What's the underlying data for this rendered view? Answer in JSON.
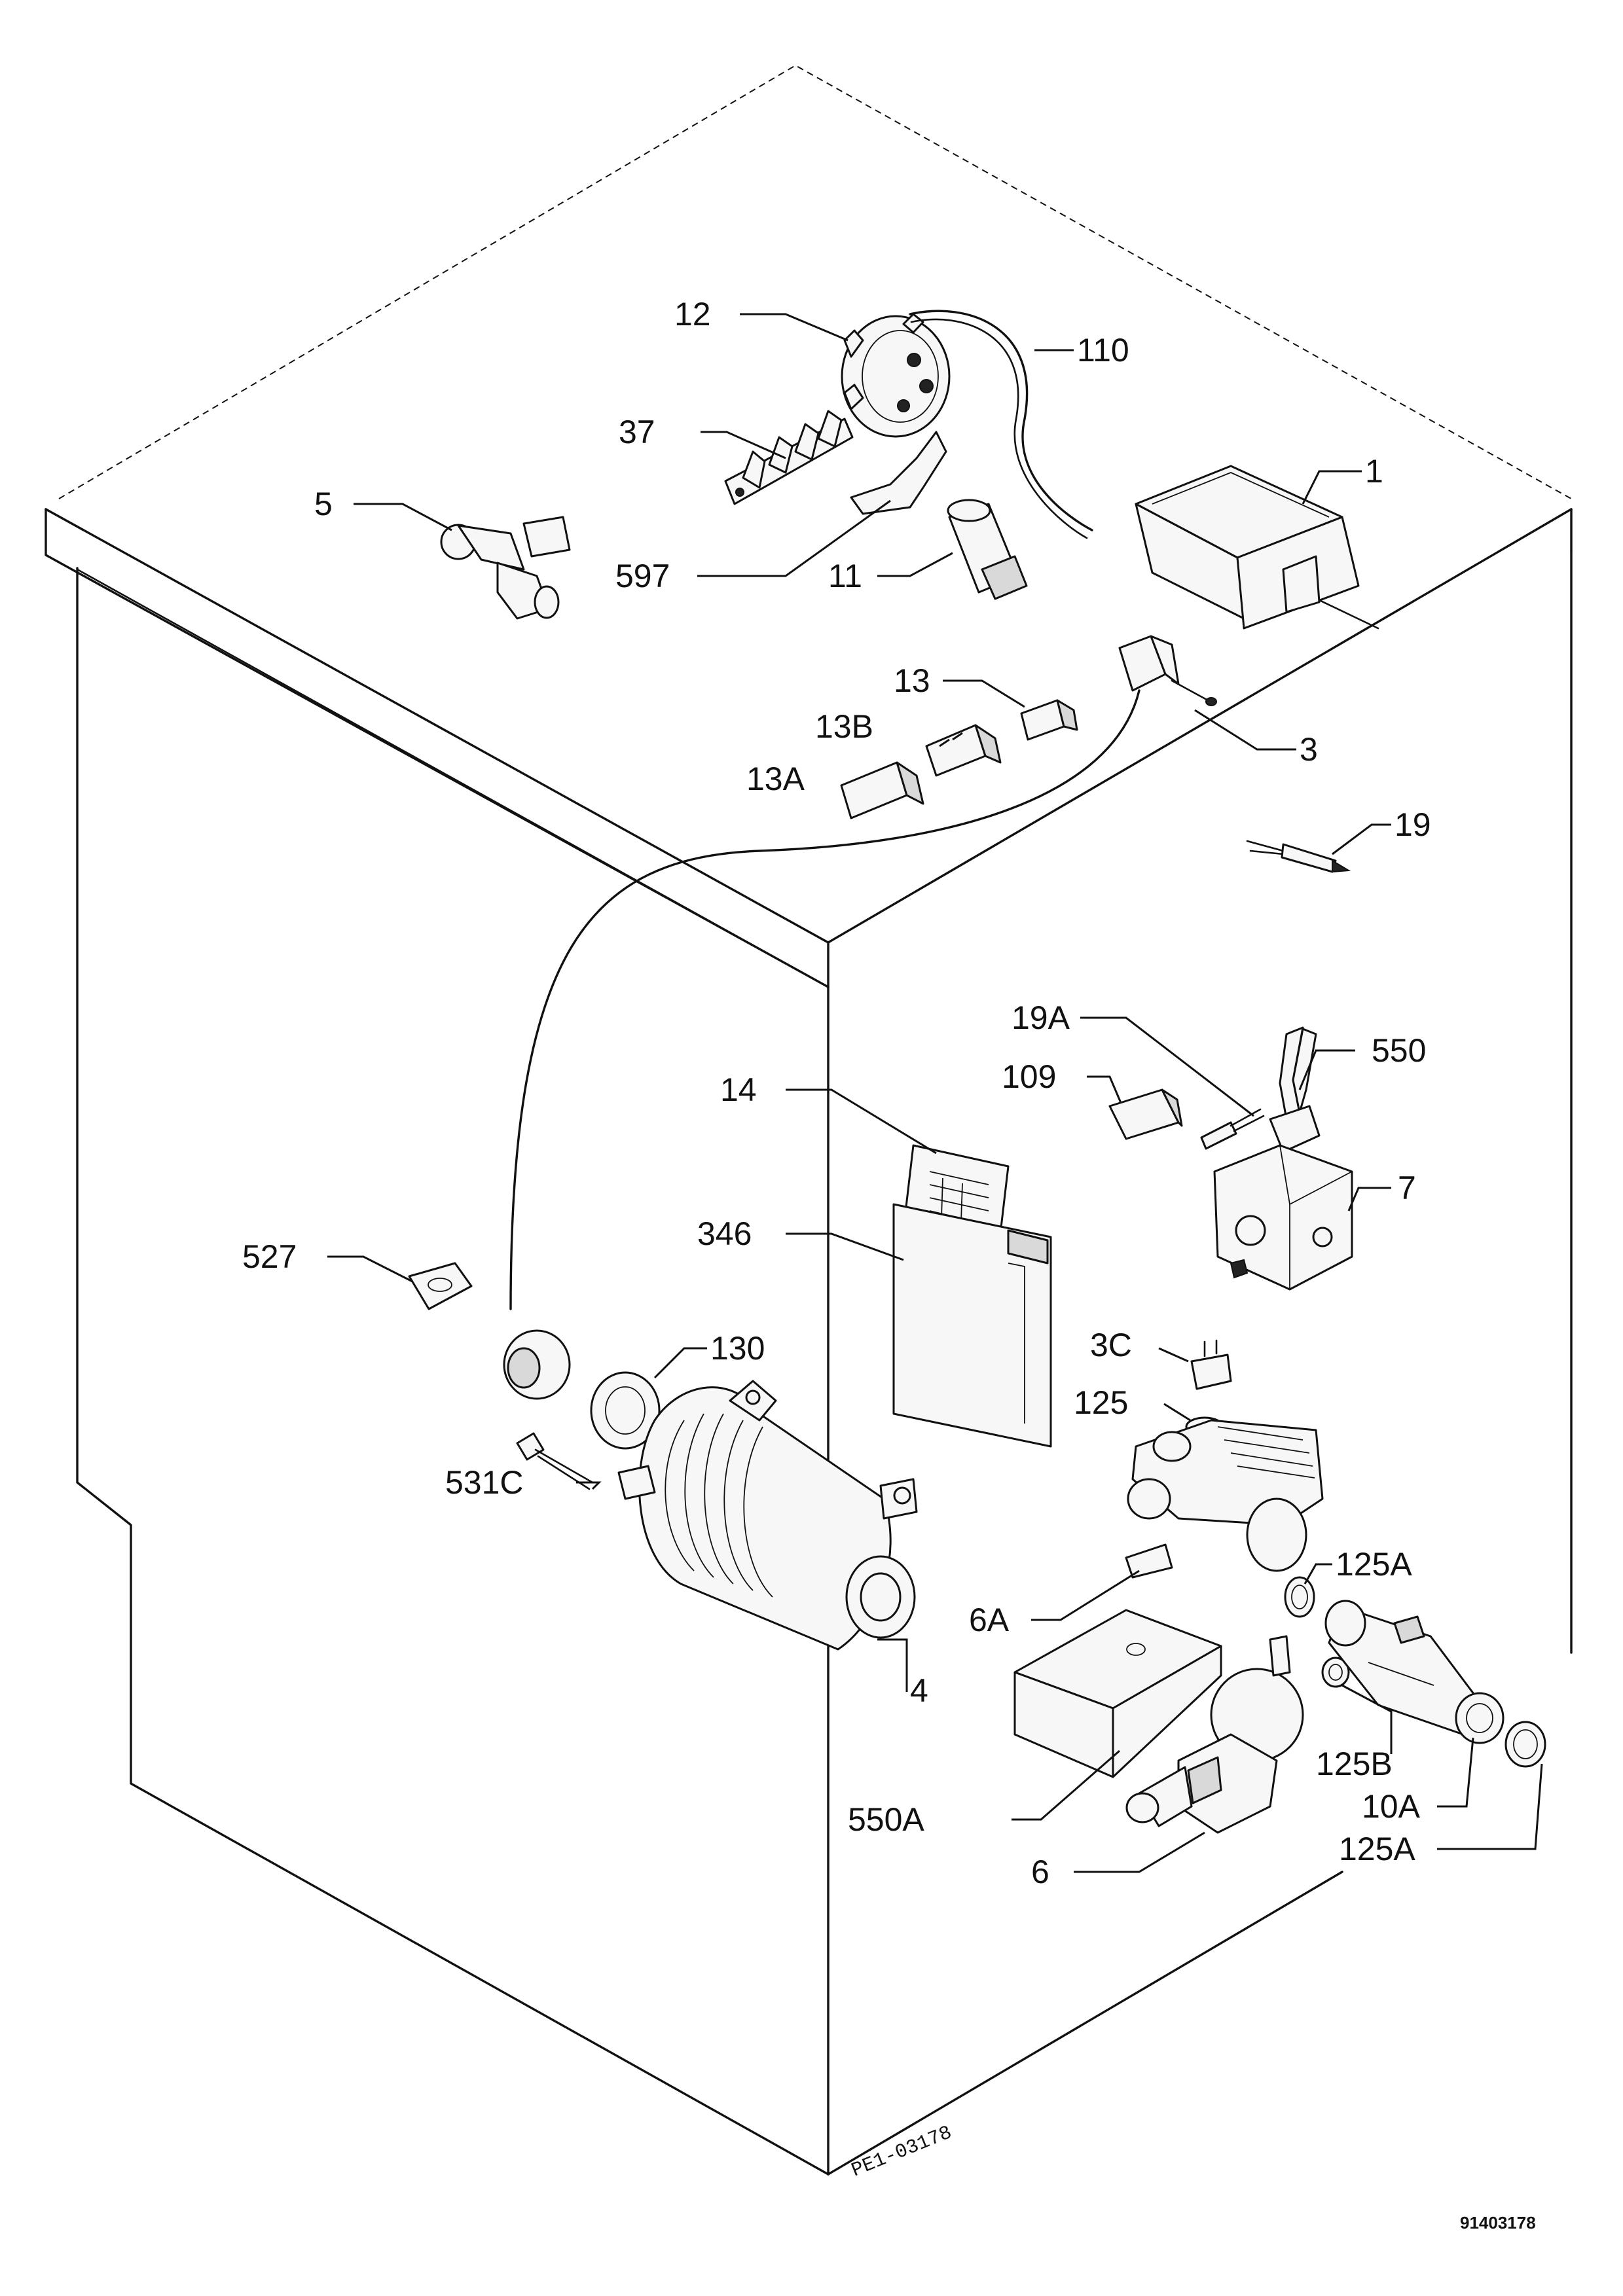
{
  "labels": {
    "p12": "12",
    "p110": "110",
    "p37": "37",
    "p1": "1",
    "p5": "5",
    "p597": "597",
    "p11": "11",
    "p13": "13",
    "p13b": "13B",
    "p3": "3",
    "p13a": "13A",
    "p19": "19",
    "p19a": "19A",
    "p550": "550",
    "p109": "109",
    "p14": "14",
    "p7": "7",
    "p346": "346",
    "p527": "527",
    "p3c": "3C",
    "p130": "130",
    "p125": "125",
    "p531c": "531C",
    "p125a_top": "125A",
    "p6a": "6A",
    "p4": "4",
    "p125b": "125B",
    "p550a": "550A",
    "p10a": "10A",
    "p125a_bottom": "125A",
    "p6": "6"
  },
  "drawing_ref": "PE1-03178",
  "document_code": "91403178"
}
